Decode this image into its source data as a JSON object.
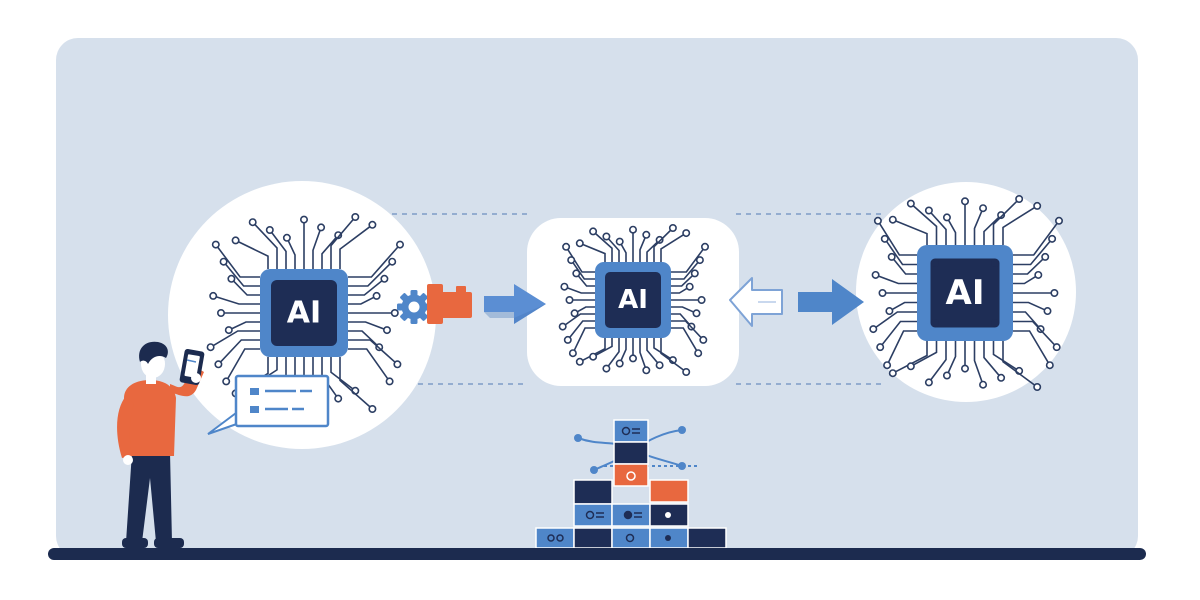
{
  "colors": {
    "panel": "#d6e0ec",
    "ground": "#1c2b4f",
    "chip_outer": "#4f86c9",
    "chip_inner": "#1e2d55",
    "trace": "#2c3e63",
    "accent": "#e8683f",
    "arrow": "#5b8ed3",
    "skin": "#ffffff",
    "hair": "#1c2b4f"
  },
  "chips": [
    {
      "label": "AI"
    },
    {
      "label": "AI"
    },
    {
      "label": "AI"
    }
  ],
  "icons": [
    "gear-icon",
    "puzzle-connector-icon",
    "right-arrow-icon",
    "return-arrow-icon",
    "phone-icon",
    "chat-bubble-icon",
    "data-blocks-icon"
  ]
}
